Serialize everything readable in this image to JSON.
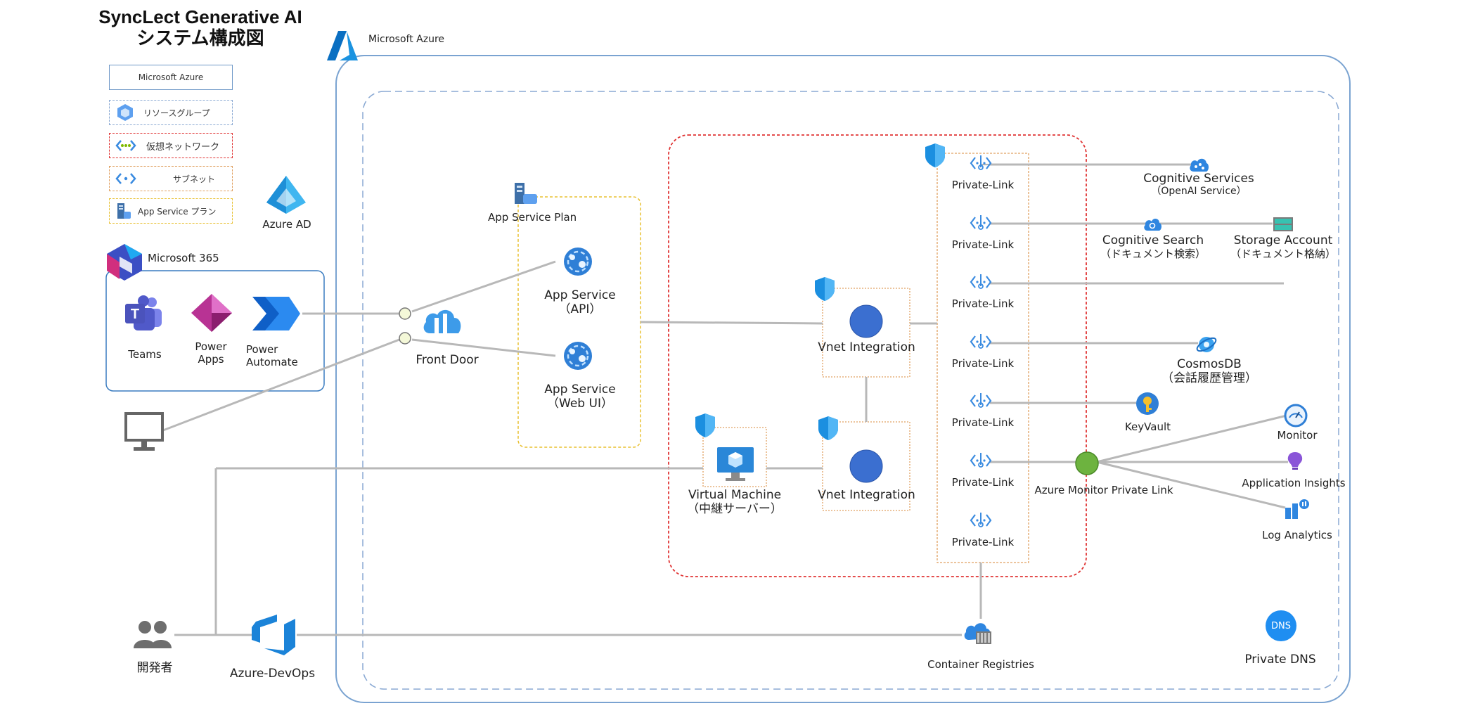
{
  "title": {
    "line1": "SyncLect Generative AI",
    "line2": "システム構成図"
  },
  "azure_label": "Microsoft Azure",
  "legend": {
    "azure": "Microsoft  Azure",
    "resource_group": "リソースグループ",
    "vnet": "仮想ネットワーク",
    "subnet": "サブネット",
    "app_service_plan": "App Service  プラン"
  },
  "azure_ad": "Azure AD",
  "m365": {
    "title": "Microsoft 365",
    "teams": "Teams",
    "power_apps": [
      "Power",
      "Apps"
    ],
    "power_automate": [
      "Power",
      "Automate"
    ]
  },
  "front_door": "Front Door",
  "app_service_plan": "App Service Plan",
  "app_service_api": [
    "App Service",
    "（API）"
  ],
  "app_service_web": [
    "App Service",
    "（Web UI）"
  ],
  "vnet_integration_1": "Vnet Integration",
  "vnet_integration_2": "Vnet Integration",
  "virtual_machine": [
    "Virtual Machine",
    "（中継サーバー）"
  ],
  "private_link": "Private-Link",
  "cognitive_services": [
    "Cognitive Services",
    "（OpenAI Service）"
  ],
  "cognitive_search": [
    "Cognitive Search",
    "（ドキュメント検索）"
  ],
  "storage_account": [
    "Storage Account",
    "（ドキュメント格納）"
  ],
  "cosmosdb": [
    "CosmosDB",
    "（会話履歴管理）"
  ],
  "keyvault": "KeyVault",
  "azure_monitor_pl": "Azure Monitor Private Link",
  "monitor": "Monitor",
  "app_insights": "Application Insights",
  "log_analytics": "Log Analytics",
  "container_registries": "Container Registries",
  "private_dns": "Private DNS",
  "dns_badge": "DNS",
  "developer": "開発者",
  "devops": "Azure-DevOps",
  "colors": {
    "azure_blue": "#0078d4",
    "vnet_red": "#e03434",
    "subnet_orange": "#e0a060",
    "plan_yellow": "#e8c030"
  }
}
